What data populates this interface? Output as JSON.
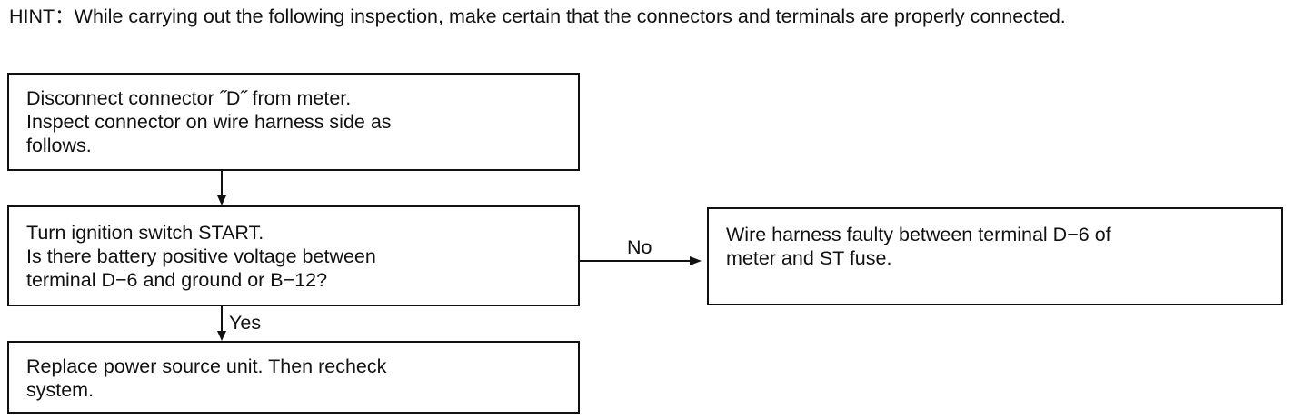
{
  "hint": "HINT：While carrying out the following inspection, make certain that the connectors and terminals are properly connected.",
  "steps": {
    "disconnect": "Disconnect connector ˝D˝  from meter.\nInspect connector on wire harness side as\nfollows.",
    "check_voltage": "Turn ignition switch START.\nIs there battery positive voltage between\nterminal D−6 and ground or B−12?",
    "fault": "Wire harness faulty between terminal D−6 of\nmeter and ST fuse.",
    "replace": "Replace power source unit. Then recheck\nsystem."
  },
  "edges": {
    "no_label": "No",
    "yes_label": "Yes"
  }
}
